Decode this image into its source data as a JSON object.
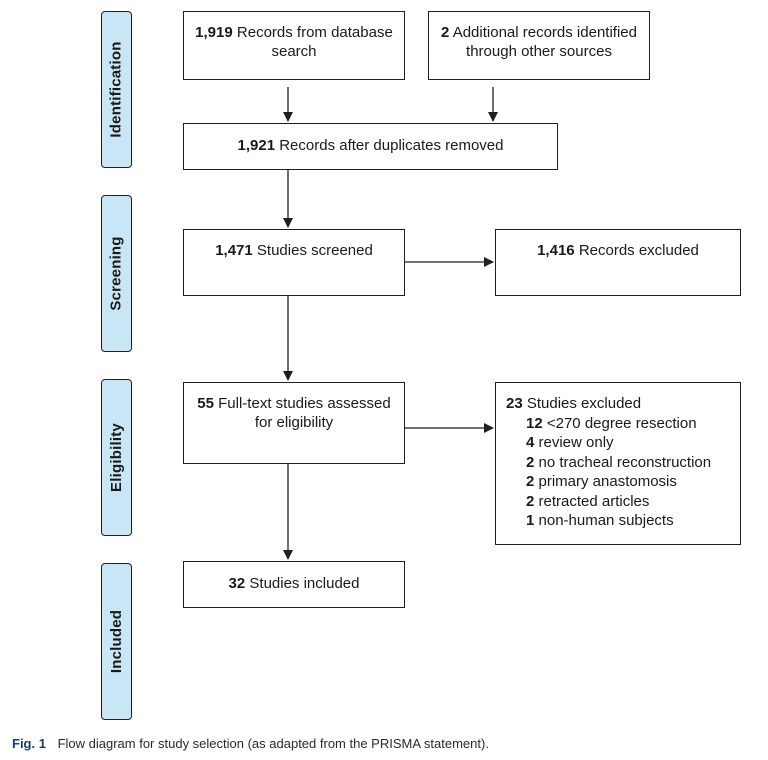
{
  "phases": {
    "identification": "Identification",
    "screening": "Screening",
    "eligibility": "Eligibility",
    "included": "Included"
  },
  "boxes": {
    "database_search": {
      "count": "1,919",
      "text_line1": "Records from database",
      "text_line2": "search"
    },
    "other_sources": {
      "count": "2",
      "text_line1": "Additional records identified",
      "text_line2": "through other sources"
    },
    "after_duplicates": {
      "count": "1,921",
      "text": "Records after duplicates removed"
    },
    "screened": {
      "count": "1,471",
      "text": "Studies screened"
    },
    "records_excluded": {
      "count": "1,416",
      "text": "Records excluded"
    },
    "full_text": {
      "count": "55",
      "text_line1": "Full-text studies assessed",
      "text_line2": "for eligibility"
    },
    "studies_excluded": {
      "count": "23",
      "text": "Studies excluded",
      "reasons": [
        {
          "count": "12",
          "text": "<270 degree resection"
        },
        {
          "count": "4",
          "text": "review only"
        },
        {
          "count": "2",
          "text": "no tracheal reconstruction"
        },
        {
          "count": "2",
          "text": "primary anastomosis"
        },
        {
          "count": "2",
          "text": "retracted articles"
        },
        {
          "count": "1",
          "text": "non-human subjects"
        }
      ]
    },
    "included": {
      "count": "32",
      "text": "Studies included"
    }
  },
  "caption": {
    "label": "Fig. 1",
    "text": "Flow diagram for study selection (as adapted from the PRISMA statement)."
  }
}
